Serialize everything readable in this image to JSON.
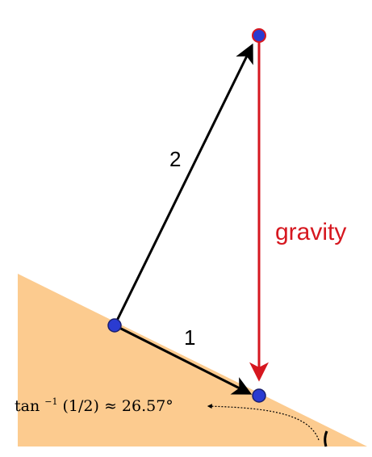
{
  "diagram": {
    "labels": {
      "vector_1": "1",
      "vector_2": "2",
      "gravity": "gravity",
      "angle_prefix": "tan",
      "angle_superscript": "−1",
      "angle_suffix": "(1/2) ≈ 26.57°"
    },
    "colors": {
      "ground_fill": "#FCCB8F",
      "gravity": "#D6171F",
      "vector": "#000000",
      "point_fill": "#2A3BD1",
      "point_stroke": "#1A1F6C"
    }
  }
}
